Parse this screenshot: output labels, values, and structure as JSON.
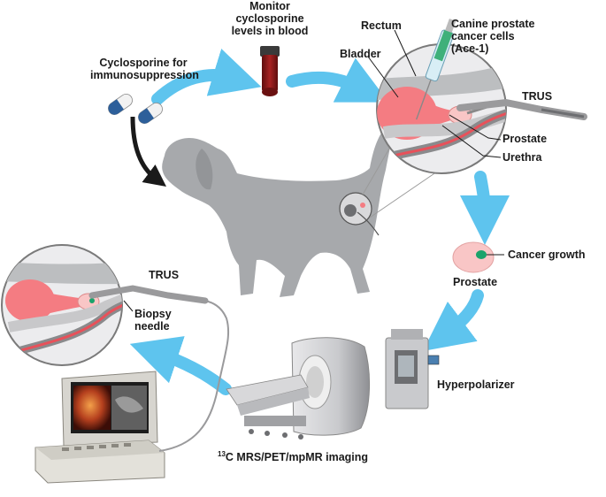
{
  "labels": {
    "cyclosporine": "Cyclosporine for\nimmunosuppression",
    "monitor": "Monitor\ncyclosporine\nlevels in blood",
    "rectum": "Rectum",
    "canine_cells": "Canine prostate\ncancer cells\n(Ace-1)",
    "bladder": "Bladder",
    "trus_top": "TRUS",
    "prostate_top": "Prostate",
    "urethra": "Urethra",
    "cancer_growth": "Cancer growth",
    "prostate_mid": "Prostate",
    "hyperpolarizer": "Hyperpolarizer",
    "imaging_sup": "13",
    "imaging_rest": "C MRS/PET/mpMR imaging",
    "trus_bottom": "TRUS",
    "biopsy_needle": "Biopsy\nneedle"
  },
  "colors": {
    "arrow_blue": "#5ec4ee",
    "arrow_black": "#1a1a1a",
    "dog_gray": "#a7a9ac",
    "bladder_pink": "#f47c82",
    "prostate_pink": "#f9c6c6",
    "urethra_red": "#e8515a",
    "cancer_green": "#1aa36b",
    "tube_red": "#8b1a1a",
    "pill_blue": "#2d5f9a"
  }
}
